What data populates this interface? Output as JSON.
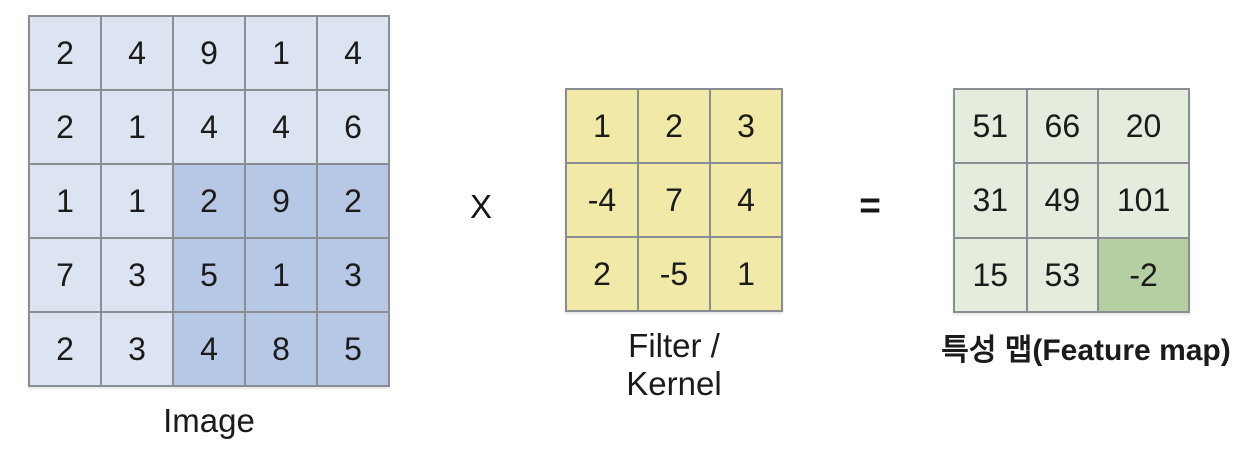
{
  "operators": {
    "multiply": "X",
    "equals": "="
  },
  "image_matrix": {
    "label": "Image",
    "rows": 5,
    "cols": 5,
    "values": [
      [
        2,
        4,
        9,
        1,
        4
      ],
      [
        2,
        1,
        4,
        4,
        6
      ],
      [
        1,
        1,
        2,
        9,
        2
      ],
      [
        7,
        3,
        5,
        1,
        3
      ],
      [
        2,
        3,
        4,
        8,
        5
      ]
    ],
    "highlight_region": {
      "row_start": 2,
      "row_end": 4,
      "col_start": 2,
      "col_end": 4
    },
    "colors": {
      "cell": "#dce4f1",
      "highlight": "#b7c8e6"
    }
  },
  "kernel_matrix": {
    "label_line1": "Filter /",
    "label_line2": "Kernel",
    "rows": 3,
    "cols": 3,
    "values": [
      [
        1,
        2,
        3
      ],
      [
        -4,
        7,
        4
      ],
      [
        2,
        -5,
        1
      ]
    ],
    "colors": {
      "cell": "#f0e9a8"
    }
  },
  "feature_map": {
    "label": "특성 맵(Feature map)",
    "rows": 3,
    "cols": 3,
    "values": [
      [
        51,
        66,
        20
      ],
      [
        31,
        49,
        101
      ],
      [
        15,
        53,
        -2
      ]
    ],
    "highlight_cell": {
      "row": 2,
      "col": 2
    },
    "colors": {
      "cell": "#e3ecdd",
      "highlight": "#b5cfa2"
    }
  },
  "style_colors": {
    "grid_line": "#8a8d91",
    "text": "#1b1b1b",
    "background": "#ffffff"
  }
}
